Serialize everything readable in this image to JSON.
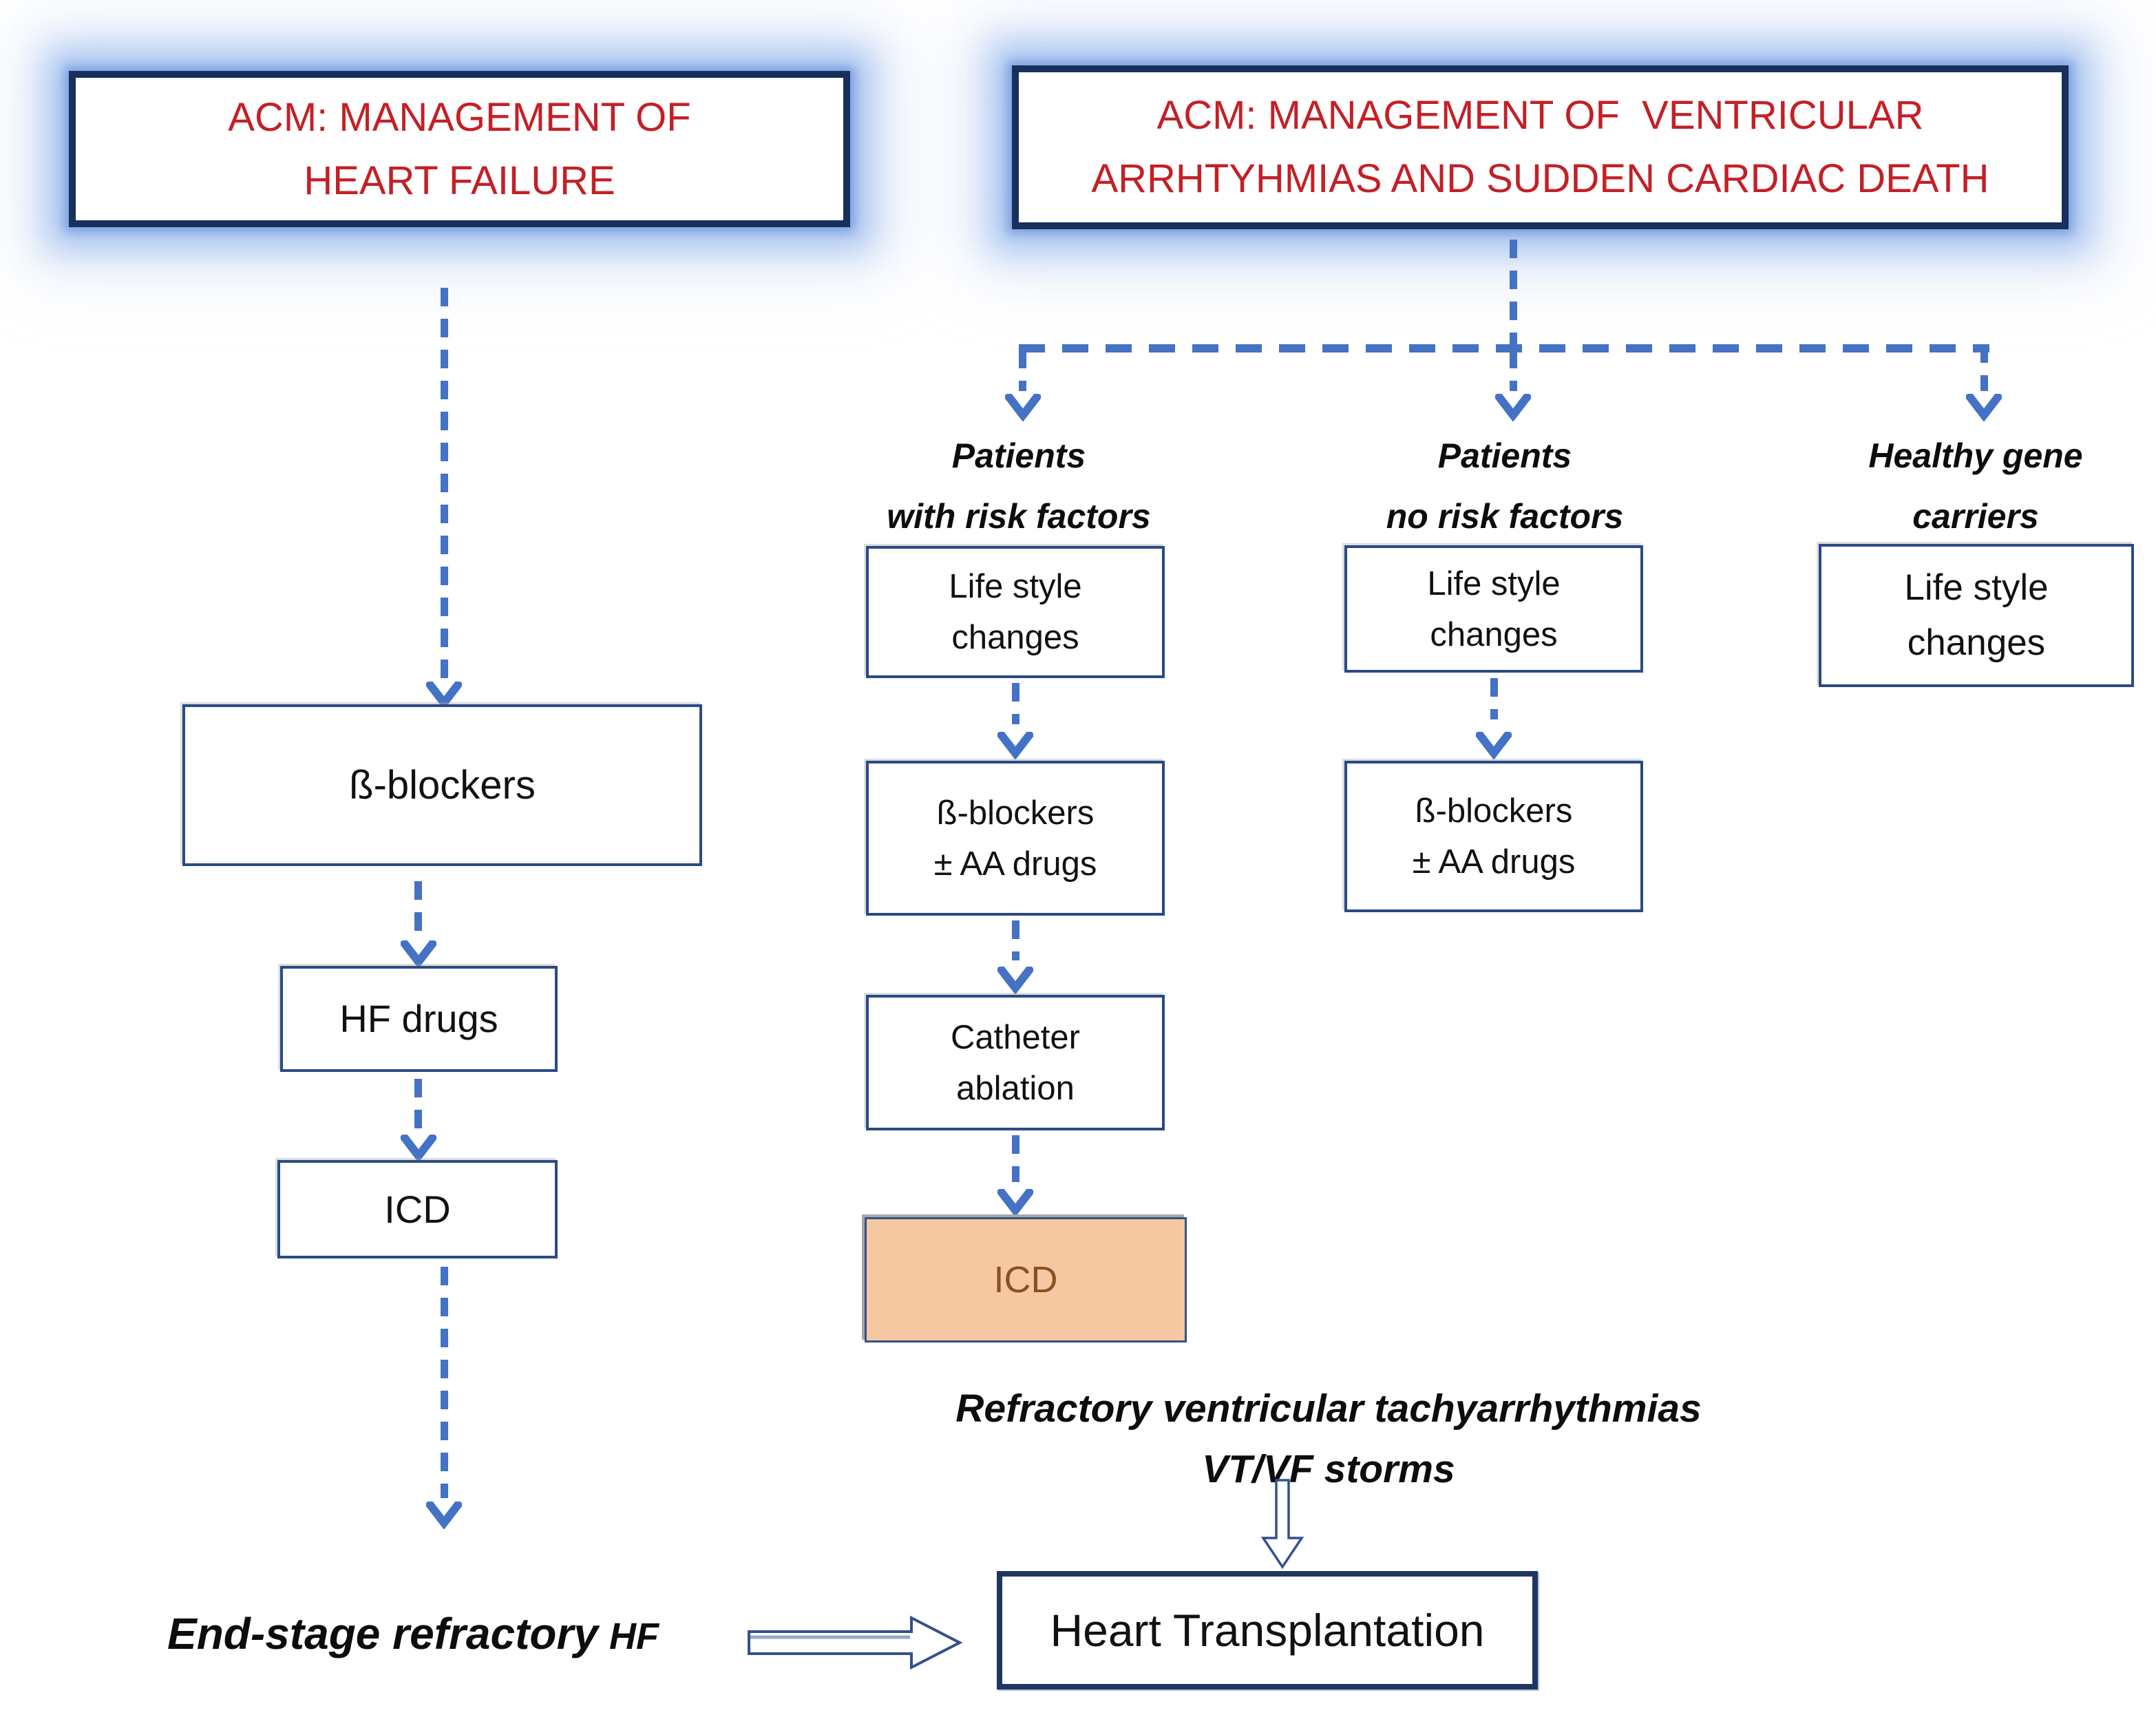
{
  "colors": {
    "accent_blue": "#4472C4",
    "title_border_navy": "#17305C",
    "title_text_red": "#C32026",
    "box_border_navy": "#2A4A86",
    "icd_fill_orange": "#F6C8A2",
    "icd_text_brown": "#8A5120",
    "glow_blue": "#8EB1EA",
    "text_black": "#1A1A1A"
  },
  "left_flow": {
    "title_line1": "ACM: MANAGEMENT OF",
    "title_line2": "HEART FAILURE",
    "beta_blockers": "ß-blockers",
    "hf_drugs": "HF drugs",
    "icd": "ICD",
    "end_stage_main": "End-stage refractory",
    "end_stage_suffix": "HF"
  },
  "right_flow": {
    "title_line1": "ACM: MANAGEMENT OF  VENTRICULAR",
    "title_line2": "ARRHTYHMIAS AND SUDDEN CARDIAC DEATH",
    "col1": {
      "heading1": "Patients",
      "heading2": "with risk factors",
      "lifestyle1": "Life style",
      "lifestyle2": "changes",
      "bb1": "ß-blockers",
      "bb2": "± AA drugs",
      "catheter1": "Catheter",
      "catheter2": "ablation",
      "icd": "ICD"
    },
    "col2": {
      "heading1": "Patients",
      "heading2": "no risk factors",
      "lifestyle1": "Life style",
      "lifestyle2": "changes",
      "bb1": "ß-blockers",
      "bb2": "± AA drugs"
    },
    "col3": {
      "heading1": "Healthy gene",
      "heading2": "carriers",
      "lifestyle1": "Life style",
      "lifestyle2": "changes"
    },
    "refractory_line1": "Refractory ventricular tachyarrhythmias",
    "refractory_line2": "VT/VF storms"
  },
  "transplant": {
    "label": "Heart Transplantation"
  }
}
